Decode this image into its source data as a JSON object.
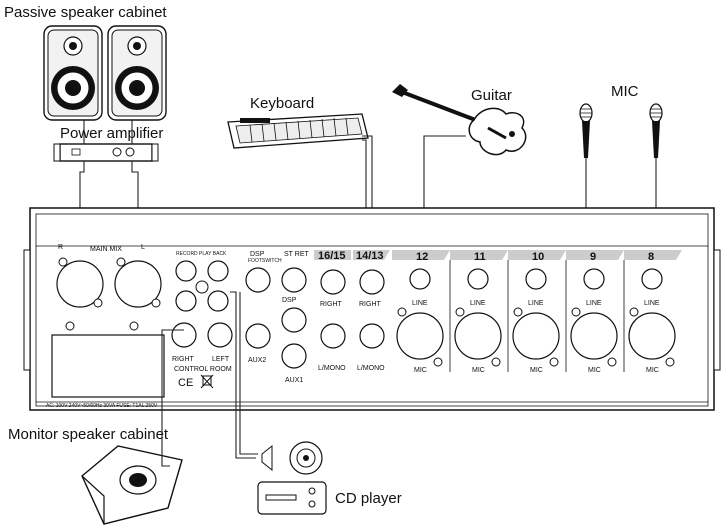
{
  "labels": {
    "passive_speaker": "Passive speaker cabinet",
    "power_amplifier": "Power amplifier",
    "keyboard": "Keyboard",
    "guitar": "Guitar",
    "mic": "MIC",
    "monitor_speaker": "Monitor speaker cabinet",
    "cd_player": "CD player"
  },
  "panel": {
    "main_mix": "MAIN MIX",
    "r": "R",
    "l": "L",
    "record_playback": "RECORD PLAY BACK",
    "dsp": "DSP",
    "footswitch": "FOOTSWITCH",
    "st_ret": "ST RET",
    "dsp2": "DSP",
    "aux2": "AUX2",
    "aux1": "AUX1",
    "right": "RIGHT",
    "left": "LEFT",
    "control_room": "CONTROL ROOM",
    "ce": "CE",
    "power_spec": "AC: 100V-240V~50/60Hz 30VA FUSE: T1AL 250V",
    "ch_1615": "16/15",
    "ch_1413": "14/13",
    "right_1": "RIGHT",
    "right_2": "RIGHT",
    "lmono_1": "L/MONO",
    "lmono_2": "L/MONO",
    "channels": [
      "12",
      "11",
      "10",
      "9",
      "8"
    ],
    "line": "LINE",
    "mic": "MIC"
  }
}
